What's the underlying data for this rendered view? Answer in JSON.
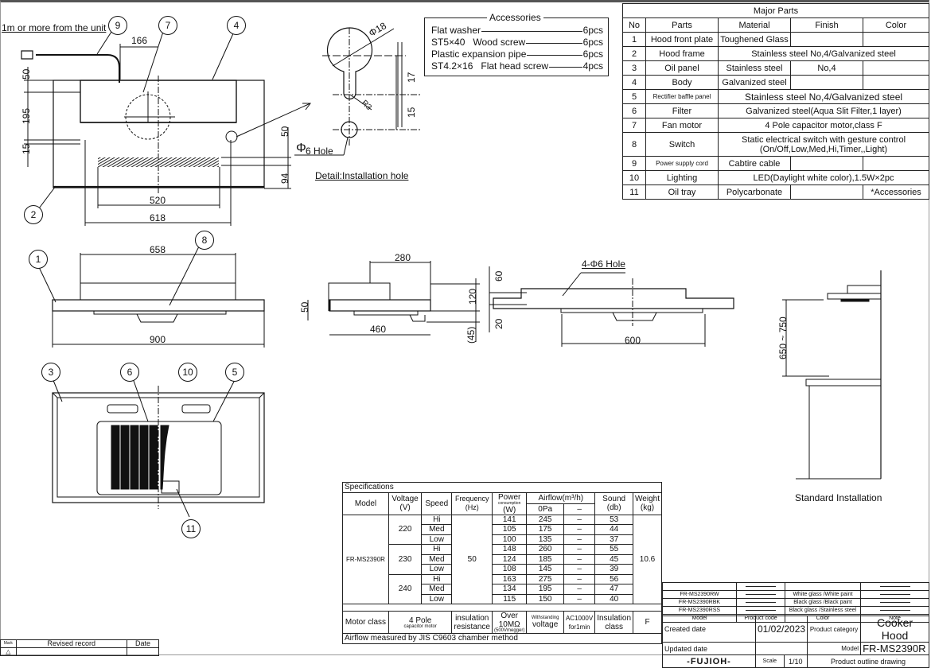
{
  "drawing": {
    "cord_note": "1m or more from the unit",
    "detail_title": "Detail:Installation hole",
    "detail_labels": {
      "phi18": "Φ18",
      "r3": "R3",
      "phi6_hole": "6 Hole",
      "phi_symbol": "Φ",
      "d17": "17",
      "d15": "15"
    },
    "top_view_dims": {
      "d166": "166",
      "d50": "50",
      "d195": "195",
      "d15": "15",
      "d50b": "50",
      "d94": "94",
      "d520": "520",
      "d618": "618"
    },
    "front_view_dims": {
      "d658": "658",
      "d900": "900"
    },
    "side_view_dims": {
      "d280": "280",
      "d50": "50",
      "d120": "120",
      "d45": "(45)",
      "d460": "460"
    },
    "rear_view_dims": {
      "d60": "60",
      "d20": "20",
      "d600": "600",
      "hole_note": "4-Φ6 Hole"
    },
    "install": {
      "height_range": "650 ~ 750",
      "caption": "Standard Installation"
    },
    "balloons": [
      "1",
      "2",
      "3",
      "4",
      "5",
      "6",
      "7",
      "8",
      "9",
      "10",
      "11"
    ]
  },
  "accessories": {
    "title": "Accessories",
    "items": [
      {
        "name": "Flat washer",
        "qty": "6pcs"
      },
      {
        "name": "ST5×40   Wood screw",
        "qty": "6pcs"
      },
      {
        "name": "Plastic expansion pipe",
        "qty": "6pcs"
      },
      {
        "name": "ST4.2×16   Flat head screw",
        "qty": "4pcs"
      }
    ]
  },
  "major_parts": {
    "title": "Major Parts",
    "headers": [
      "No",
      "Parts",
      "Material",
      "Finish",
      "Color"
    ],
    "rows": [
      {
        "no": "1",
        "part": "Hood front plate",
        "material": "Toughened Glass",
        "finish": "",
        "color": ""
      },
      {
        "no": "2",
        "part": "Hood frame",
        "span": "Stainless steel No,4/Galvanized steel"
      },
      {
        "no": "3",
        "part": "Oil panel",
        "material": "Stainless steel",
        "finish": "No,4",
        "color": ""
      },
      {
        "no": "4",
        "part": "Body",
        "material": "Galvanized steel",
        "finish": "",
        "color": ""
      },
      {
        "no": "5",
        "part": "Rectifier baffle panel",
        "span": "Stainless steel No,4/Galvanized steel"
      },
      {
        "no": "6",
        "part": "Filter",
        "span": "Galvanized steel(Aqua Slit Filter,1 layer)"
      },
      {
        "no": "7",
        "part": "Fan motor",
        "span": "4 Pole capacitor motor,class F"
      },
      {
        "no": "8",
        "part": "Switch",
        "span": "Static electrical switch with gesture control",
        "span2": "(On/Off,Low,Med,Hi,Timer,,Light)"
      },
      {
        "no": "9",
        "part": "Power supply cord",
        "material": "Cabtire cable",
        "finish": "",
        "color": ""
      },
      {
        "no": "10",
        "part": "Lighting",
        "span": "LED(Daylight white color),1.5W×2pc"
      },
      {
        "no": "11",
        "part": "Oil tray",
        "material": "Polycarbonate",
        "finish": "",
        "color": "*Accessories"
      }
    ]
  },
  "specifications": {
    "title": "Specifications",
    "headers": {
      "model": "Model",
      "voltage": "Voltage",
      "voltage_unit": "(V)",
      "speed": "Speed",
      "frequency": "Frequency",
      "frequency_unit": "(Hz)",
      "power": "Power",
      "power_sub": "consumption",
      "power_unit": "(W)",
      "airflow": "Airflow(m³/h)",
      "airflow_0pa": "0Pa",
      "airflow_dash": "–",
      "sound": "Sound",
      "sound_unit": "(db)",
      "weight": "Weight",
      "weight_unit": "(kg)"
    },
    "model": "FR-MS2390R",
    "frequency": "50",
    "weight": "10.6",
    "groups": [
      {
        "voltage": "220",
        "rows": [
          {
            "speed": "Hi",
            "power": "141",
            "airflow": "245",
            "dash": "–",
            "sound": "53"
          },
          {
            "speed": "Med",
            "power": "105",
            "airflow": "175",
            "dash": "–",
            "sound": "44"
          },
          {
            "speed": "Low",
            "power": "100",
            "airflow": "135",
            "dash": "–",
            "sound": "37"
          }
        ]
      },
      {
        "voltage": "230",
        "rows": [
          {
            "speed": "Hi",
            "power": "148",
            "airflow": "260",
            "dash": "–",
            "sound": "55"
          },
          {
            "speed": "Med",
            "power": "124",
            "airflow": "185",
            "dash": "–",
            "sound": "45"
          },
          {
            "speed": "Low",
            "power": "108",
            "airflow": "145",
            "dash": "–",
            "sound": "39"
          }
        ]
      },
      {
        "voltage": "240",
        "rows": [
          {
            "speed": "Hi",
            "power": "163",
            "airflow": "275",
            "dash": "–",
            "sound": "56"
          },
          {
            "speed": "Med",
            "power": "134",
            "airflow": "195",
            "dash": "–",
            "sound": "47"
          },
          {
            "speed": "Low",
            "power": "115",
            "airflow": "150",
            "dash": "–",
            "sound": "40"
          }
        ]
      }
    ],
    "footer": {
      "motor_class_label": "Motor class",
      "motor_class_value": "4 Pole",
      "motor_class_sub": "capacitor motor",
      "insulation_res_label": "insulation resistance",
      "insulation_res_value": "Over 10MΩ",
      "insulation_res_sub": "(500Vmegger)",
      "withstanding_label": "Withstanding",
      "withstanding_label2": "voltage",
      "withstanding_value": "AC1000V",
      "withstanding_sub": "for1min",
      "insulation_class_label": "Insulation class",
      "insulation_class_value": "F",
      "note": "Airflow measured by JIS C9603 chamber method"
    }
  },
  "variants": {
    "headers": [
      "Model",
      "Product code",
      "Color",
      "Note"
    ],
    "rows": [
      {
        "model": "FR-MS2390RW",
        "color": "White glass /White paint"
      },
      {
        "model": "FR-MS2390RBK",
        "color": "Black glass /Black paint"
      },
      {
        "model": "FR-MS2390RSS",
        "color": "Black glass /Stainless steel"
      }
    ]
  },
  "title_block": {
    "created_label": "Created date",
    "created_value": "01/02/2023",
    "updated_label": "Updated date",
    "updated_value": "",
    "category_label": "Product category",
    "category_value": "Cooker Hood",
    "model_label": "Model",
    "model_value": "FR-MS2390R",
    "brand": "-FUJIOH-",
    "scale_label": "Scale",
    "scale_value": "1/10",
    "drawing_type": "Product outline drawing"
  },
  "revision": {
    "mark_label": "Mark",
    "record_label": "Revised record",
    "date_label": "Date"
  }
}
